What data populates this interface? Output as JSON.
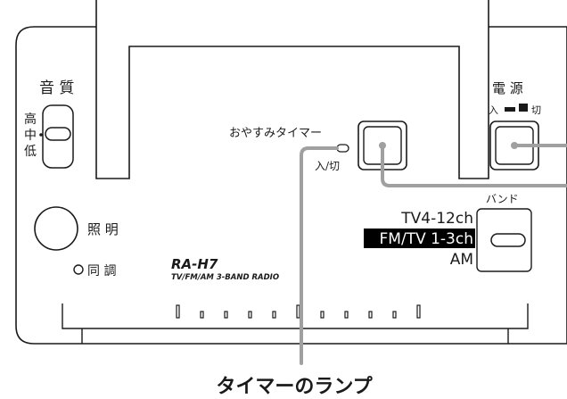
{
  "labels": {
    "tone": "音 質",
    "tone_high": "高",
    "tone_mid": "中",
    "tone_low": "低",
    "power": "電 源",
    "power_on": "入",
    "power_off": "切",
    "sleep_timer": "おやすみタイマー",
    "timer_on_off": "入/切",
    "band": "バンド",
    "band_tv": "TV4-12ch",
    "band_fm": "FM/TV 1-3ch",
    "band_am": "AM",
    "light": "照 明",
    "tuning": "同 調",
    "model": "RA-H7",
    "model_desc": "TV/FM/AM  3-BAND RADIO",
    "callout_timer_lamp": "タイマーのランプ"
  },
  "selected_band": "FM/TV 1-3ch",
  "colors": {
    "outline": "#1a1a1a",
    "leader_line": "#a0a0a0",
    "highlight_bg": "#000000",
    "highlight_text": "#ffffff"
  }
}
